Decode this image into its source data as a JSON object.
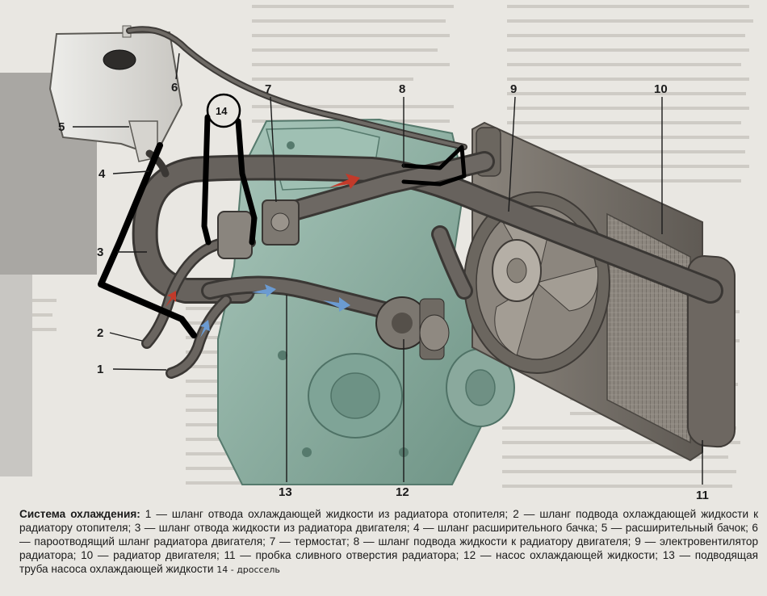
{
  "labels": {
    "l1": "1",
    "l2": "2",
    "l3": "3",
    "l4": "4",
    "l5": "5",
    "l6": "6",
    "l7": "7",
    "l8": "8",
    "l9": "9",
    "l10": "10",
    "l11": "11",
    "l12": "12",
    "l13": "13",
    "l14": "14"
  },
  "caption": {
    "title": "Система охлаждения:",
    "items": [
      "1 — шланг отвода охлаждающей жидкости из радиатора отопителя;",
      "2 — шланг подвода охлаждающей жидкости к радиатору отопителя;",
      "3 — шланг отвода жидкости из радиатора двигателя;",
      "4 — шланг расширительного бачка;",
      "5 — расширительный бачок;",
      "6 — пароотводящий шланг радиатора двигателя;",
      "7 — термостат;",
      "8 — шланг подвода жидкости к радиатору двигателя;",
      "9 — электровентилятор радиатора;",
      "10 — радиатор двигателя;",
      "11 — пробка сливного отверстия радиатора;",
      "12 — насос охлаждающей жидкости;",
      "13 — подводящая труба насоса охлаждающей жидкости"
    ],
    "note": "14 - дроссель"
  },
  "colors": {
    "hose": "#5d5a56",
    "engine": "#8fb3a6",
    "radiator": "#77716a",
    "annotation": "#000000",
    "arrow_hot": "#c23a2a",
    "arrow_cold": "#5b8fc9"
  }
}
